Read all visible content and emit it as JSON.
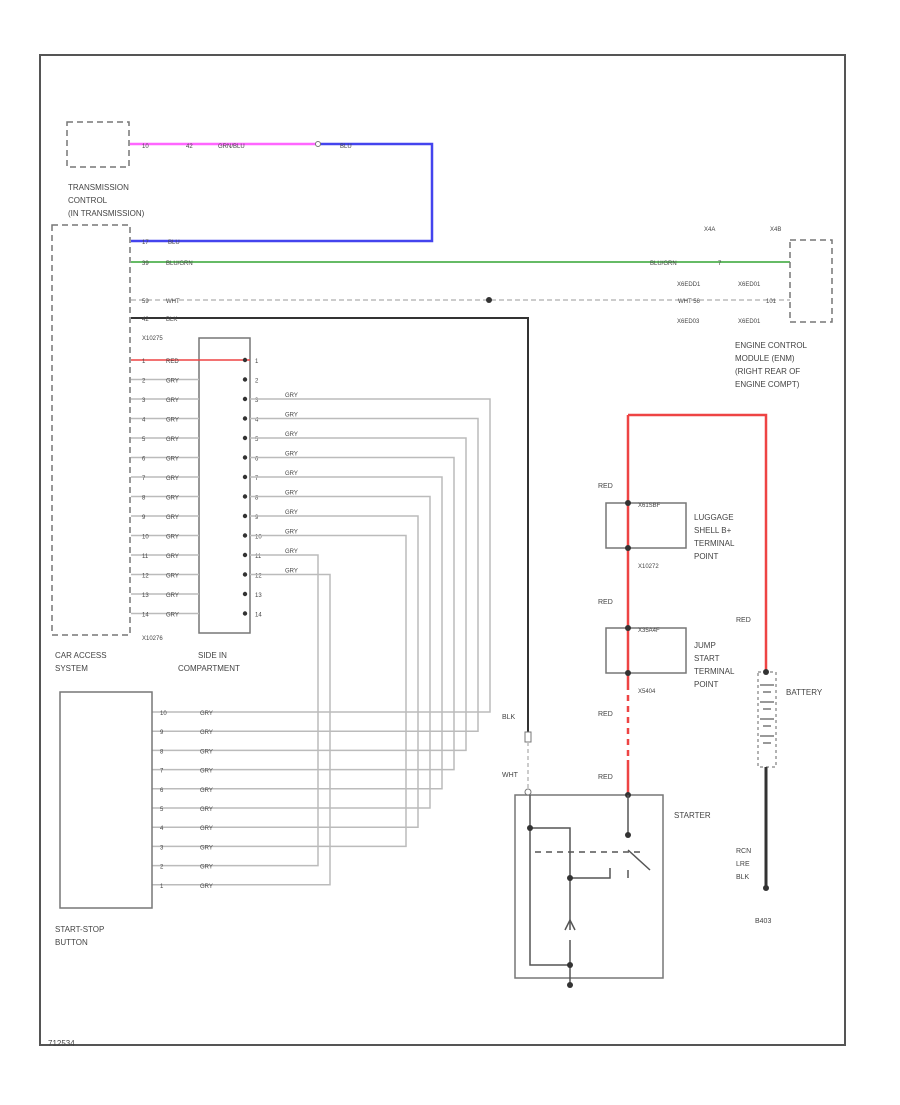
{
  "diagram_id": "712534",
  "components": {
    "tcm": {
      "lines": [
        "TRANSMISSION",
        "CONTROL",
        "(IN TRANSMISSION)"
      ]
    },
    "ecm": {
      "lines": [
        "ENGINE CONTROL",
        "MODULE (ENM)",
        "(RIGHT REAR OF",
        "ENGINE COMPT)"
      ]
    },
    "car_access": {
      "lines": [
        "CAR ACCESS",
        "SYSTEM"
      ]
    },
    "side_rh": {
      "lines": [
        "SIDE IN",
        "COMPARTMENT"
      ]
    },
    "start_stop": {
      "lines": [
        "START-STOP",
        "BUTTON"
      ]
    },
    "luggage": {
      "lines": [
        "LUGGAGE",
        "SHELL B+",
        "TERMINAL",
        "POINT"
      ]
    },
    "jump": {
      "lines": [
        "JUMP",
        "START",
        "TERMINAL",
        "POINT"
      ]
    },
    "starter": {
      "label": "STARTER"
    },
    "battery": {
      "label": "BATTERY"
    }
  },
  "connectors": {
    "car_access_top": "X10275",
    "car_access_bottom": "X10276",
    "luggage_top": "X61SBF",
    "luggage_bottom": "X10272",
    "jump_top": "X35A4F",
    "jump_bottom": "X5404",
    "ecm_top_1": "X4A",
    "ecm_top_2": "X4B",
    "ecm_row1_a": "X6EDD1",
    "ecm_row1_b": "X6ED01",
    "ecm_row3_a": "X6ED03",
    "ecm_row3_b": "X6ED01",
    "ground": "B403"
  },
  "wires": {
    "tcm_pink_pins": [
      "10",
      "42"
    ],
    "tcm_pink_color": "GRN/BLU",
    "tcm_blue_color": "BLU",
    "blu_pin": "17",
    "blu_color": "BLU",
    "green_pin": "39",
    "green_color": "BLU/GRN",
    "green_color_ecm": "BLU/GRN",
    "green_pin_ecm": "7",
    "wht_pin": "59",
    "wht_color": "WHT",
    "wht_ecm_label": "WHT  56",
    "wht_ecm_pin": "101",
    "blk_pin": "42",
    "blk_color": "BLK",
    "red_pin": "1",
    "red_color": "RED",
    "gry_color": "GRY",
    "red_label": "RED",
    "blk_label": "BLK",
    "wht_label": "WHT",
    "ground_wire_lines": [
      "RCN",
      "LRE",
      "BLK"
    ]
  },
  "car_access_pins": [
    "1",
    "2",
    "3",
    "4",
    "5",
    "6",
    "7",
    "8",
    "9",
    "10",
    "11",
    "12",
    "13",
    "14"
  ],
  "side_pins_left": [
    "1",
    "2",
    "3",
    "4",
    "5",
    "6",
    "7",
    "8",
    "9",
    "10",
    "11",
    "12",
    "13",
    "14"
  ],
  "side_pins_right": [
    "1",
    "2",
    "3",
    "4",
    "5",
    "6",
    "7",
    "8",
    "9",
    "10",
    "11",
    "12",
    "13",
    "14"
  ],
  "start_stop_pins": [
    "10",
    "9",
    "8",
    "7",
    "6",
    "5",
    "4",
    "3",
    "2",
    "1"
  ],
  "colors": {
    "pink": "#ff66ff",
    "blue": "#4444ee",
    "green": "#66bb66",
    "red": "#ee4444",
    "wire": "#bbbbbb",
    "black": "#333333"
  }
}
